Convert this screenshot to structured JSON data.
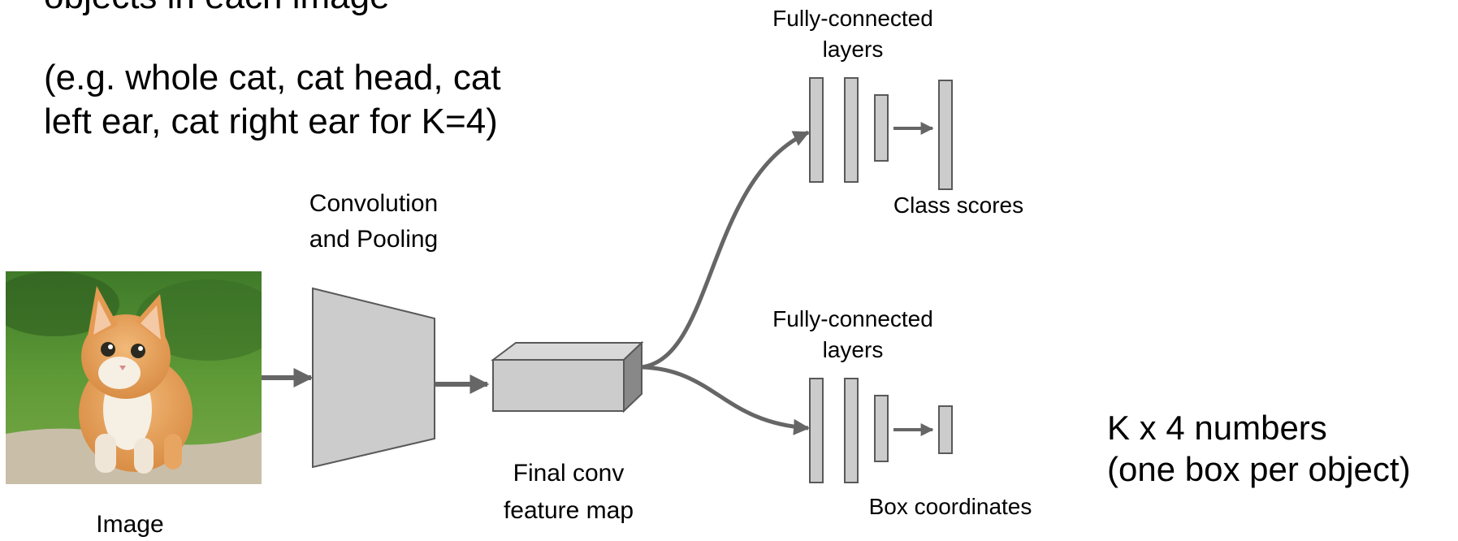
{
  "left_text": {
    "line1": "objects in each image",
    "line2": "(e.g. whole cat, cat head, cat",
    "line3": "left ear, cat right ear for K=4)"
  },
  "labels": {
    "conv_line1": "Convolution",
    "conv_line2": "and Pooling",
    "image": "Image",
    "final_line1": "Final conv",
    "final_line2": "feature map",
    "fc_top_line1": "Fully-connected",
    "fc_top_line2": "layers",
    "class_scores": "Class scores",
    "fc_bottom_line1": "Fully-connected",
    "fc_bottom_line2": "layers",
    "box_coordinates": "Box coordinates"
  },
  "output": {
    "line1": "K x 4 numbers",
    "line2": "(one box per object)"
  },
  "colors": {
    "shape_fill": "#cccccc",
    "shape_stroke": "#595959",
    "arrow": "#666666"
  }
}
